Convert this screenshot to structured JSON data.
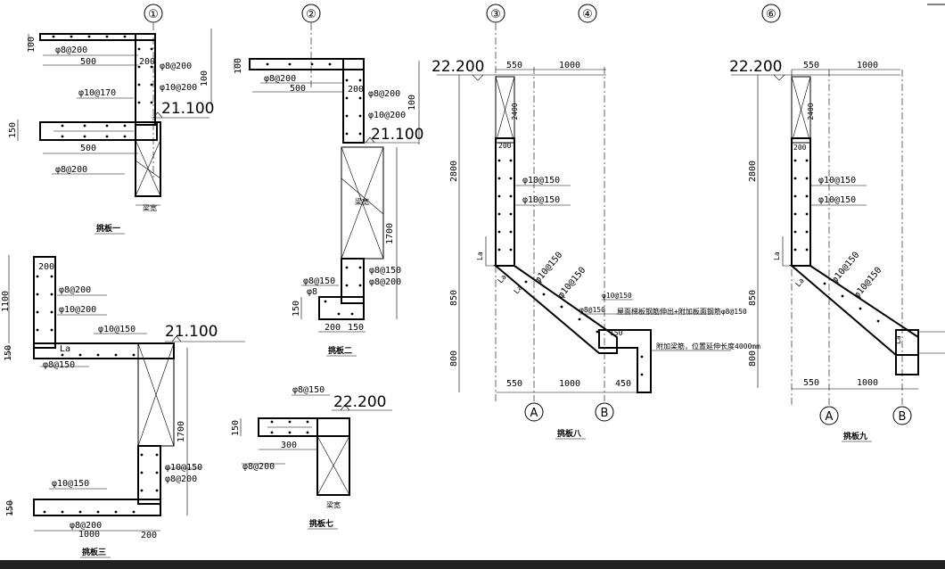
{
  "axes": {
    "a1": "①",
    "a2": "②",
    "a3": "③",
    "a4": "④",
    "a6": "⑥",
    "aA1": "A",
    "aB1": "B",
    "aA2": "A",
    "aB2": "B"
  },
  "p1": {
    "title": "挑板一",
    "r1": "φ8@200",
    "r2": "φ8@200",
    "r3": "φ10@200",
    "r4": "φ10@170",
    "r5": "φ8@200",
    "d100": "100",
    "d500a": "500",
    "d200": "200",
    "d100b": "100",
    "d150": "150",
    "d500b": "500",
    "lv": "21.100",
    "w": "梁宽"
  },
  "p2": {
    "title": "挑板二",
    "r1": "φ8@200",
    "r2": "φ8@200",
    "r3": "φ10@200",
    "r4": "φ8@150",
    "r5": "φ8@200",
    "r6": "φ8@150",
    "r7": "φ8",
    "d100": "100",
    "d500": "500",
    "d200": "200",
    "d100b": "100",
    "d1700": "1700",
    "d150": "150",
    "d200b": "200",
    "d150b": "150",
    "lv": "21.100",
    "w": "梁宽"
  },
  "p3": {
    "title": "挑板三",
    "r1": "φ8@200",
    "r2": "φ10@200",
    "r3": "φ10@150",
    "r4": "φ8@150",
    "r5": "φ10@150",
    "r6": "φ8@200",
    "r7": "φ10@150",
    "r8": "φ8@200",
    "d1100": "1100",
    "d150": "150",
    "la": "La",
    "d1700": "1700",
    "d150b": "150",
    "d1000": "1000",
    "d200": "200",
    "lv": "21.100",
    "x200": "200"
  },
  "p7": {
    "title": "挑板七",
    "r1": "φ8@150",
    "r2": "φ8@200",
    "d150": "150",
    "d300": "300",
    "lv": "22.200",
    "w": "梁宽"
  },
  "p8": {
    "title": "挑板八",
    "lv": "22.200",
    "d550": "550",
    "d1000": "1000",
    "d2400": "2400",
    "d200": "200",
    "d2800": "2800",
    "d850": "850",
    "d800": "800",
    "r1": "φ10@150",
    "r2": "φ10@150",
    "r3": "φ10@150",
    "r4": "φ10@150",
    "r5": "φ10@150",
    "r6": "φ8@150",
    "la1": "La",
    "la2": "La",
    "la3": "La",
    "n1": "屋面梯板钢筋伸出+附加板面钢筋φ8@150",
    "n2": "附加梁筋，位置延伸长度4000mm",
    "b550": "550",
    "b1000": "1000",
    "b450": "450",
    "d150": "150"
  },
  "p9": {
    "title": "挑板九",
    "lv": "22.200",
    "d550": "550",
    "d1000": "1000",
    "d2400": "2400",
    "d200": "200",
    "d2800": "2800",
    "d850": "850",
    "d800": "800",
    "r1": "φ10@150",
    "r2": "φ10@150",
    "r3": "φ10@150",
    "r4": "φ10@150",
    "la1": "La",
    "la2": "La",
    "b550": "550",
    "b1000": "1000",
    "lg": "La"
  }
}
